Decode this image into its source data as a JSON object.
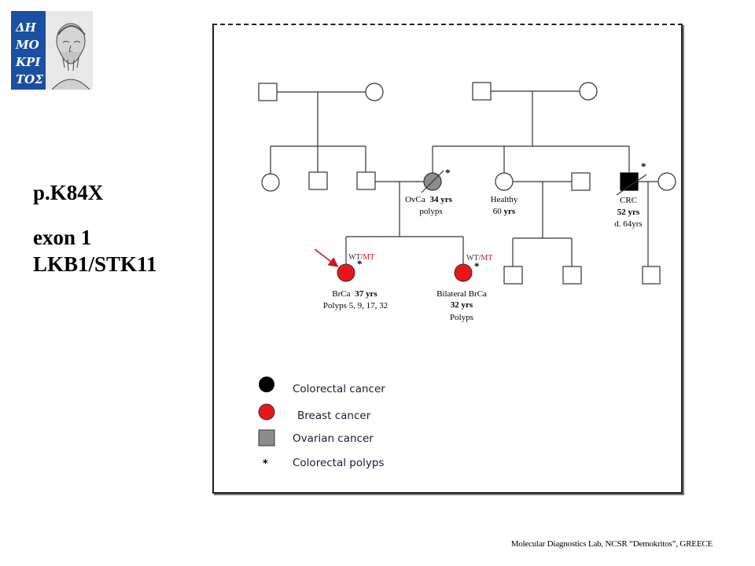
{
  "logo": {
    "text": "ΔΗΜΟΚΡΙΤΟΣ",
    "letters": [
      "Δ",
      "Η",
      "Μ",
      "Ο",
      "Κ",
      "Ρ",
      "Ι",
      "Τ",
      "Ο",
      "Σ"
    ],
    "background_color": "#1b4fa0"
  },
  "side_labels": {
    "mutation": "p.K84X",
    "exon": "exon 1",
    "gene": "LKB1/STK11"
  },
  "pedigree": {
    "individuals": {
      "ovca": {
        "name": "OvCa",
        "age": "34 yrs",
        "note": "polyps"
      },
      "healthy": {
        "name": "Healthy",
        "age": "60 yrs"
      },
      "crc": {
        "name": "CRC",
        "age": "52 yrs",
        "note": "d. 64yrs"
      },
      "proband": {
        "name": "BrCa",
        "age": "37 yrs",
        "note": "Polyps 5, 9, 17, 32",
        "genotype_wt": "WT/",
        "genotype_mt": "MT"
      },
      "sister": {
        "name": "Bilateral BrCa",
        "age": "32 yrs",
        "note": "Polyps",
        "genotype_wt": "WT/",
        "genotype_mt": "MT"
      }
    },
    "polyp_marker": "*",
    "colors": {
      "breast_cancer": "#e8161b",
      "colorectal_cancer": "#000000",
      "ovarian_cancer": "#8c8c8c",
      "mutant_label": "#d0161b",
      "proband_arrow": "#d0161b"
    }
  },
  "legend": {
    "colorectal": "Colorectal cancer",
    "breast": "Breast cancer",
    "ovarian": "Ovarian cancer",
    "polyps": "Colorectal polyps"
  },
  "footer": "Molecular Diagnostics Lab, NCSR “Demokritos”, GREECE"
}
